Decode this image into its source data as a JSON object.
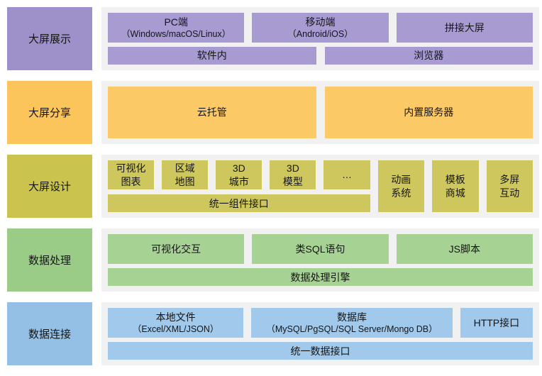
{
  "page": {
    "background": "#ffffff",
    "panel_background": "#f1f1f1",
    "text_color": "#151515"
  },
  "rows": [
    {
      "id": "display",
      "label": "大屏展示",
      "label_color": "#9e90c9",
      "box_color": "#a79bd2",
      "top_boxes": [
        {
          "title": "PC端",
          "subtitle": "（Windows/macOS/Linux）"
        },
        {
          "title": "移动端",
          "subtitle": "（Android/iOS）"
        },
        {
          "title": "拼接大屏"
        }
      ],
      "bottom_boxes": [
        {
          "title": "软件内"
        },
        {
          "title": "浏览器"
        }
      ]
    },
    {
      "id": "share",
      "label": "大屏分享",
      "label_color": "#fbc55b",
      "box_color": "#fcc967",
      "boxes": [
        {
          "title": "云托管"
        },
        {
          "title": "内置服务器"
        }
      ]
    },
    {
      "id": "design",
      "label": "大屏设计",
      "label_color": "#cac34e",
      "box_color": "#cdc75d",
      "small_boxes": [
        {
          "line1": "可视化",
          "line2": "图表"
        },
        {
          "line1": "区域",
          "line2": "地图"
        },
        {
          "line1": "3D",
          "line2": "城市"
        },
        {
          "line1": "3D",
          "line2": "模型"
        },
        {
          "line1": "…"
        }
      ],
      "bar": "统一组件接口",
      "tall_boxes": [
        {
          "line1": "动画",
          "line2": "系统"
        },
        {
          "line1": "模板",
          "line2": "商城"
        },
        {
          "line1": "多屏",
          "line2": "互动"
        }
      ]
    },
    {
      "id": "process",
      "label": "数据处理",
      "label_color": "#9bcc87",
      "box_color": "#a6d293",
      "top_boxes": [
        {
          "title": "可视化交互"
        },
        {
          "title": "类SQL语句"
        },
        {
          "title": "JS脚本"
        }
      ],
      "bar": "数据处理引擎"
    },
    {
      "id": "connect",
      "label": "数据连接",
      "label_color": "#94c0e5",
      "box_color": "#a0c9ec",
      "top_boxes": [
        {
          "title": "本地文件",
          "subtitle": "（Excel/XML/JSON）"
        },
        {
          "title": "数据库",
          "subtitle": "（MySQL/PgSQL/SQL Server/Mongo DB）"
        },
        {
          "title": "HTTP接口"
        }
      ],
      "bar": "统一数据接口"
    }
  ]
}
